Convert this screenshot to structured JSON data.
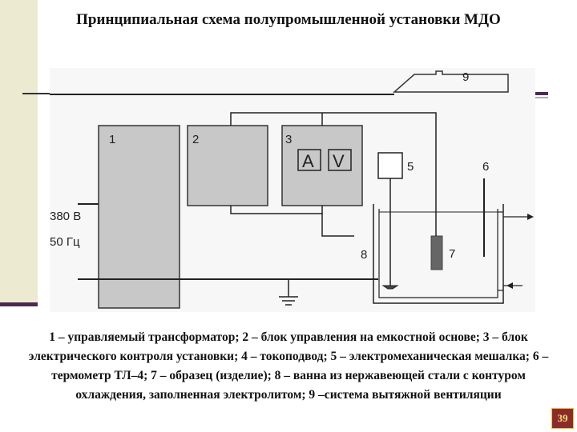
{
  "title": "Принципиальная схема полупромышленной установки МДО",
  "diagram": {
    "labels": {
      "n1": "1",
      "n2": "2",
      "n3": "3",
      "n5": "5",
      "n6": "6",
      "n7": "7",
      "n8": "8",
      "n9": "9",
      "ammeter": "A",
      "voltmeter": "V",
      "voltage": "380 В",
      "frequency": "50 Гц"
    }
  },
  "caption": "1 – управляемый трансформатор; 2 – блок управления на емкостной основе; 3 – блок электрического контроля установки; 4 – токоподвод; 5 – электромеханическая мешалка; 6 – термометр ТЛ–4; 7 – образец (изделие); 8 – ванна из нержавеющей стали с контуром охлаждения, заполненная электролитом; 9 –система вытяжной вентиляции",
  "page_number": "39"
}
